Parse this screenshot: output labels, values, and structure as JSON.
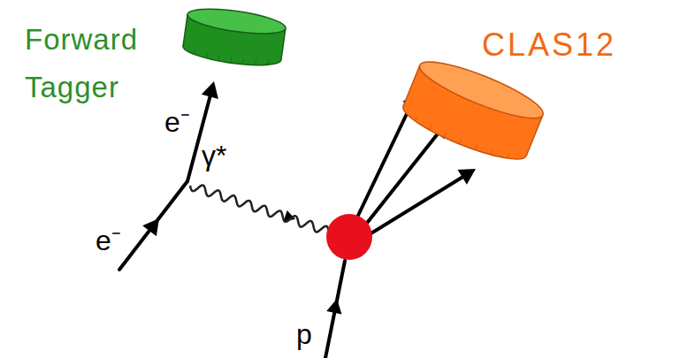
{
  "diagram": {
    "nodes": [
      {
        "text": [
          "Forward Tagger"
        ]
      },
      {
        "text": [
          "CLAS12"
        ]
      }
    ],
    "labels": [
      "e⁻",
      "e⁻",
      "γ*",
      "p"
    ]
  }
}
